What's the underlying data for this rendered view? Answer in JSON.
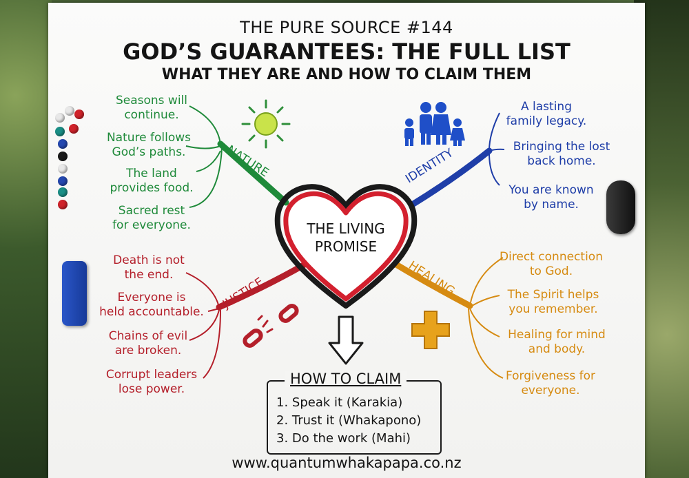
{
  "header": {
    "episode": "THE PURE SOURCE #144",
    "title": "GOD’S GUARANTEES: THE FULL LIST",
    "subtitle": "WHAT THEY ARE AND HOW TO CLAIM THEM"
  },
  "center": {
    "line1": "THE LIVING",
    "line2": "PROMISE"
  },
  "branches": {
    "nature": {
      "label": "NATURE",
      "color": "#1f8a3a",
      "icon": "sun-icon",
      "items": [
        "Seasons will\ncontinue.",
        "Nature follows\nGod’s paths.",
        "The land\nprovides food.",
        "Sacred rest\nfor everyone."
      ]
    },
    "identity": {
      "label": "IDENTITY",
      "color": "#1f3ea8",
      "icon": "family-icon",
      "items": [
        "A lasting\nfamily legacy.",
        "Bringing the lost\nback home.",
        "You are known\nby name."
      ]
    },
    "justice": {
      "label": "JUSTICE",
      "color": "#b41f2a",
      "icon": "broken-chain-icon",
      "items": [
        "Death is not\nthe end.",
        "Everyone is\nheld accountable.",
        "Chains of evil\nare broken.",
        "Corrupt leaders\nlose power."
      ]
    },
    "healing": {
      "label": "HEALING",
      "color": "#d68b12",
      "icon": "cross-icon",
      "items": [
        "Direct connection\nto God.",
        "The Spirit helps\nyou remember.",
        "Healing for mind\nand body.",
        "Forgiveness for\neveryone."
      ]
    }
  },
  "claim": {
    "heading": "HOW TO CLAIM",
    "steps": [
      "1. Speak it (Karakia)",
      "2. Trust it (Whakapono)",
      "3. Do the work (Mahi)"
    ]
  },
  "website": "www.quantumwhakapapa.co.nz"
}
